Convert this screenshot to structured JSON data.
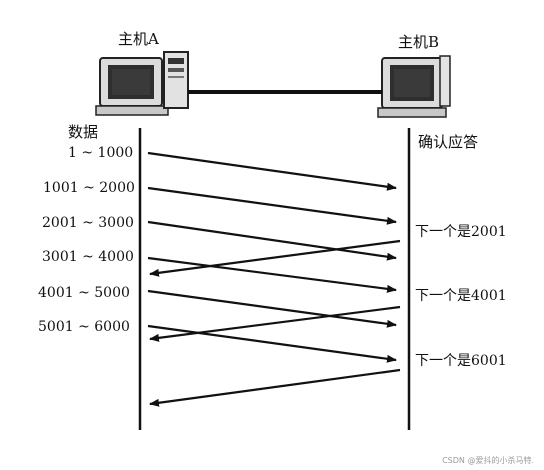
{
  "hosts": {
    "a_label": "主机A",
    "b_label": "主机B"
  },
  "columns": {
    "left_header": "数据",
    "right_header": "确认应答"
  },
  "segments": [
    {
      "label": "1 ~ 1000"
    },
    {
      "label": "1001 ~ 2000"
    },
    {
      "label": "2001 ~ 3000"
    },
    {
      "label": "3001 ~ 4000"
    },
    {
      "label": "4001 ~ 5000"
    },
    {
      "label": "5001 ~ 6000"
    }
  ],
  "acks": [
    {
      "label": "下一个是2001"
    },
    {
      "label": "下一个是4001"
    },
    {
      "label": "下一个是6001"
    }
  ],
  "watermark": "CSDN @爱抖的小杀马特.",
  "colors": {
    "line": "#111111",
    "screen": "#2e2e2e",
    "case": "#d9d9d9"
  }
}
